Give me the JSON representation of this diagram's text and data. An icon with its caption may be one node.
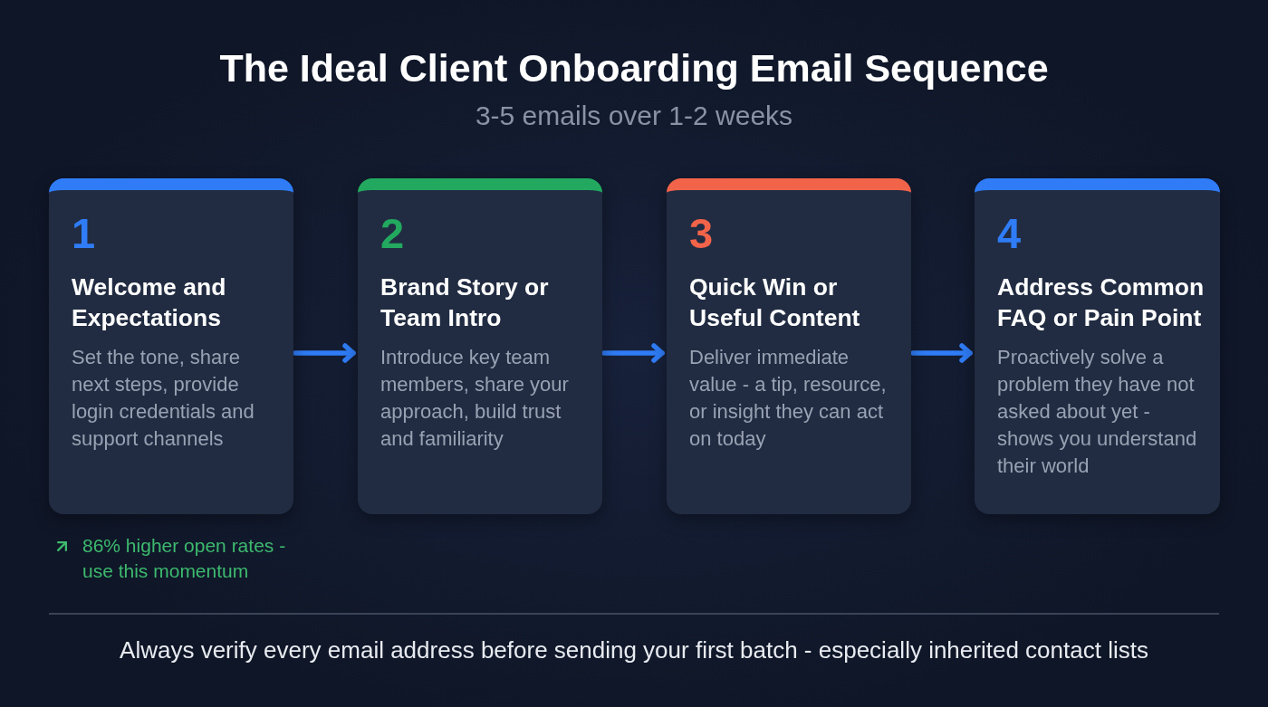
{
  "diagram": {
    "title": "The Ideal Client Onboarding Email Sequence",
    "nodes": [
      {
        "text": [
          "1",
          "Welcome and Expectations",
          "Set the tone, share next steps, provide login credentials and support channels"
        ],
        "beside": [
          "86% higher open rates - use this momentum"
        ]
      },
      {
        "text": [
          "2",
          "Brand Story or Team Intro",
          "Introduce key team members, share your approach, build trust and familiarity"
        ]
      },
      {
        "text": [
          "3",
          "Quick Win or Useful Content",
          "Deliver immediate value - a tip, resource, or insight they can act on today"
        ]
      },
      {
        "text": [
          "4",
          "Address Common FAQ or Pain Point",
          "Proactively solve a problem they have not asked about yet - shows you understand their world"
        ]
      }
    ],
    "edges": [
      {
        "from": 0,
        "to": 1,
        "arrow": "to"
      },
      {
        "from": 1,
        "to": 2,
        "arrow": "to"
      },
      {
        "from": 2,
        "to": 3,
        "arrow": "to"
      }
    ],
    "labels": [
      "3-5 emails over 1-2 weeks"
    ],
    "caption": "Always verify every email address before sending your first batch - especially inherited contact lists"
  }
}
